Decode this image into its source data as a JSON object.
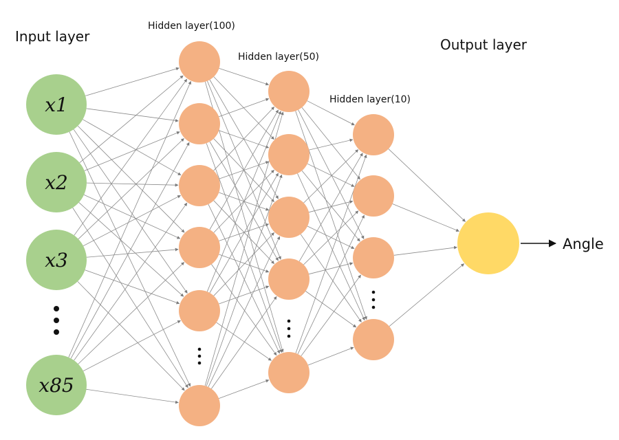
{
  "layers": {
    "input": {
      "title": "Input layer",
      "nodes": [
        "x1",
        "x2",
        "x3",
        "x85"
      ],
      "color": "#a8d08d"
    },
    "hidden1": {
      "title": "Hidden layer(100)",
      "color": "#f4b183"
    },
    "hidden2": {
      "title": "Hidden layer(50)",
      "color": "#f4b183"
    },
    "hidden3": {
      "title": "Hidden layer(10)",
      "color": "#f4b183"
    },
    "output": {
      "title": "Output layer",
      "label": "Angle",
      "color": "#ffd966"
    }
  }
}
